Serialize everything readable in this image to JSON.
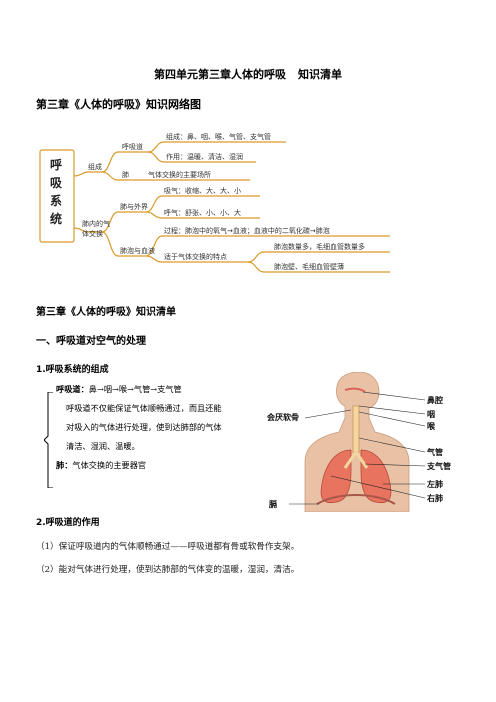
{
  "page": {
    "title_main": "第四单元第三章人体的呼吸",
    "title_tail": "知识清单",
    "heading_network": "第三章《人体的呼吸》知识网络图",
    "heading_list": "第三章《人体的呼吸》知识清单",
    "section1": "一、呼吸道对空气的处理",
    "sub1": "1.呼吸系统的组成",
    "sub2": "2.呼吸道的作用",
    "para1": "（1）保证呼吸道内的气体顺畅通过——呼吸道都有骨或软骨作支架。",
    "para2": "（2）能对气体进行处理，使到达肺部的气体变的温暖，湿润，清洁。"
  },
  "mindmap": {
    "root": [
      "呼",
      "吸",
      "系",
      "统"
    ],
    "composition": "组成",
    "respiratory_tract": "呼吸道",
    "tract_components": "组成：鼻、咽、喉、气管、支气管",
    "tract_function": "作用：温暖、清洁、湿润",
    "lung": "肺",
    "lung_desc": "气体交换的主要场所",
    "gas_exchange": [
      "肺内的气",
      "体交换"
    ],
    "lung_external": "肺与外界",
    "inhale": "吸气：收缩、大、大、小",
    "exhale": "呼气：舒张、小、小、大",
    "alveoli_blood": "肺泡与血液",
    "process": "过程：肺泡中的氧气→血液；血液中的二氧化碳→肺泡",
    "features_label": "适于气体交换的特点",
    "feature1": "肺泡数量多，毛细血管数量多",
    "feature2": "肺泡壁、毛细血管壁薄"
  },
  "box": {
    "tract_label": "呼吸道：",
    "tract_chain": "鼻→咽→喉→气管→支气管",
    "desc_line1": "呼吸道不仅能保证气体顺畅通过，而且还能",
    "desc_line2": "对吸入的气体进行处理，使到达肺部的气体",
    "desc_line3": "清洁、湿润、温暖。",
    "lung_label": "肺：",
    "lung_desc": "气体交换的主要器官"
  },
  "figure": {
    "labels": {
      "nasal": "鼻腔",
      "pharynx": "咽",
      "larynx": "喉",
      "epiglottis": "会厌软骨",
      "trachea": "气管",
      "bronchus": "支气管",
      "left_lung": "左肺",
      "right_lung": "右肺",
      "diaphragm": "膈"
    }
  },
  "colors": {
    "mindmap_line": "#d99a2b",
    "root_box": "#d99a2b",
    "lung_pink": "#e8735f",
    "skin": "#e9c2a6"
  }
}
